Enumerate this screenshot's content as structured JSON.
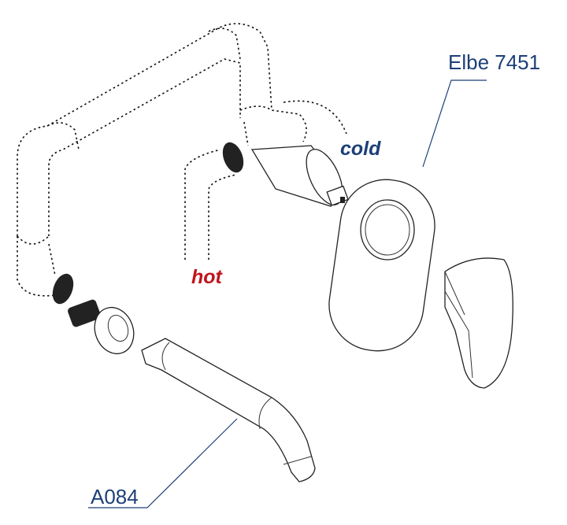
{
  "labels": {
    "mixer_model": "Elbe 7451",
    "spout_model": "A084",
    "cold": "cold",
    "hot": "hot"
  },
  "colors": {
    "label_blue": "#1d3f78",
    "hot_red": "#c0141c",
    "cold_blue": "#1d3f78"
  }
}
